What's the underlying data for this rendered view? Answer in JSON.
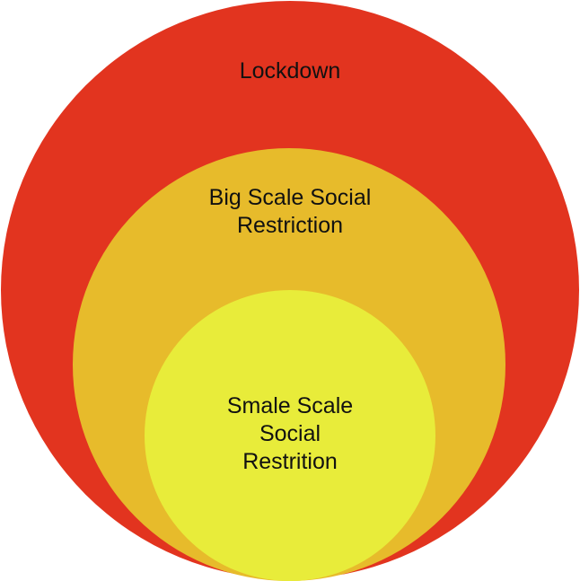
{
  "diagram": {
    "type": "nested-circles",
    "levels": [
      {
        "label": "Lockdown",
        "color": "#e2341f"
      },
      {
        "label": "Big Scale Social\nRestriction",
        "color": "#e7bb2b"
      },
      {
        "label": "Smale Scale\nSocial\nRestrition",
        "color": "#e8ec3a"
      }
    ]
  }
}
